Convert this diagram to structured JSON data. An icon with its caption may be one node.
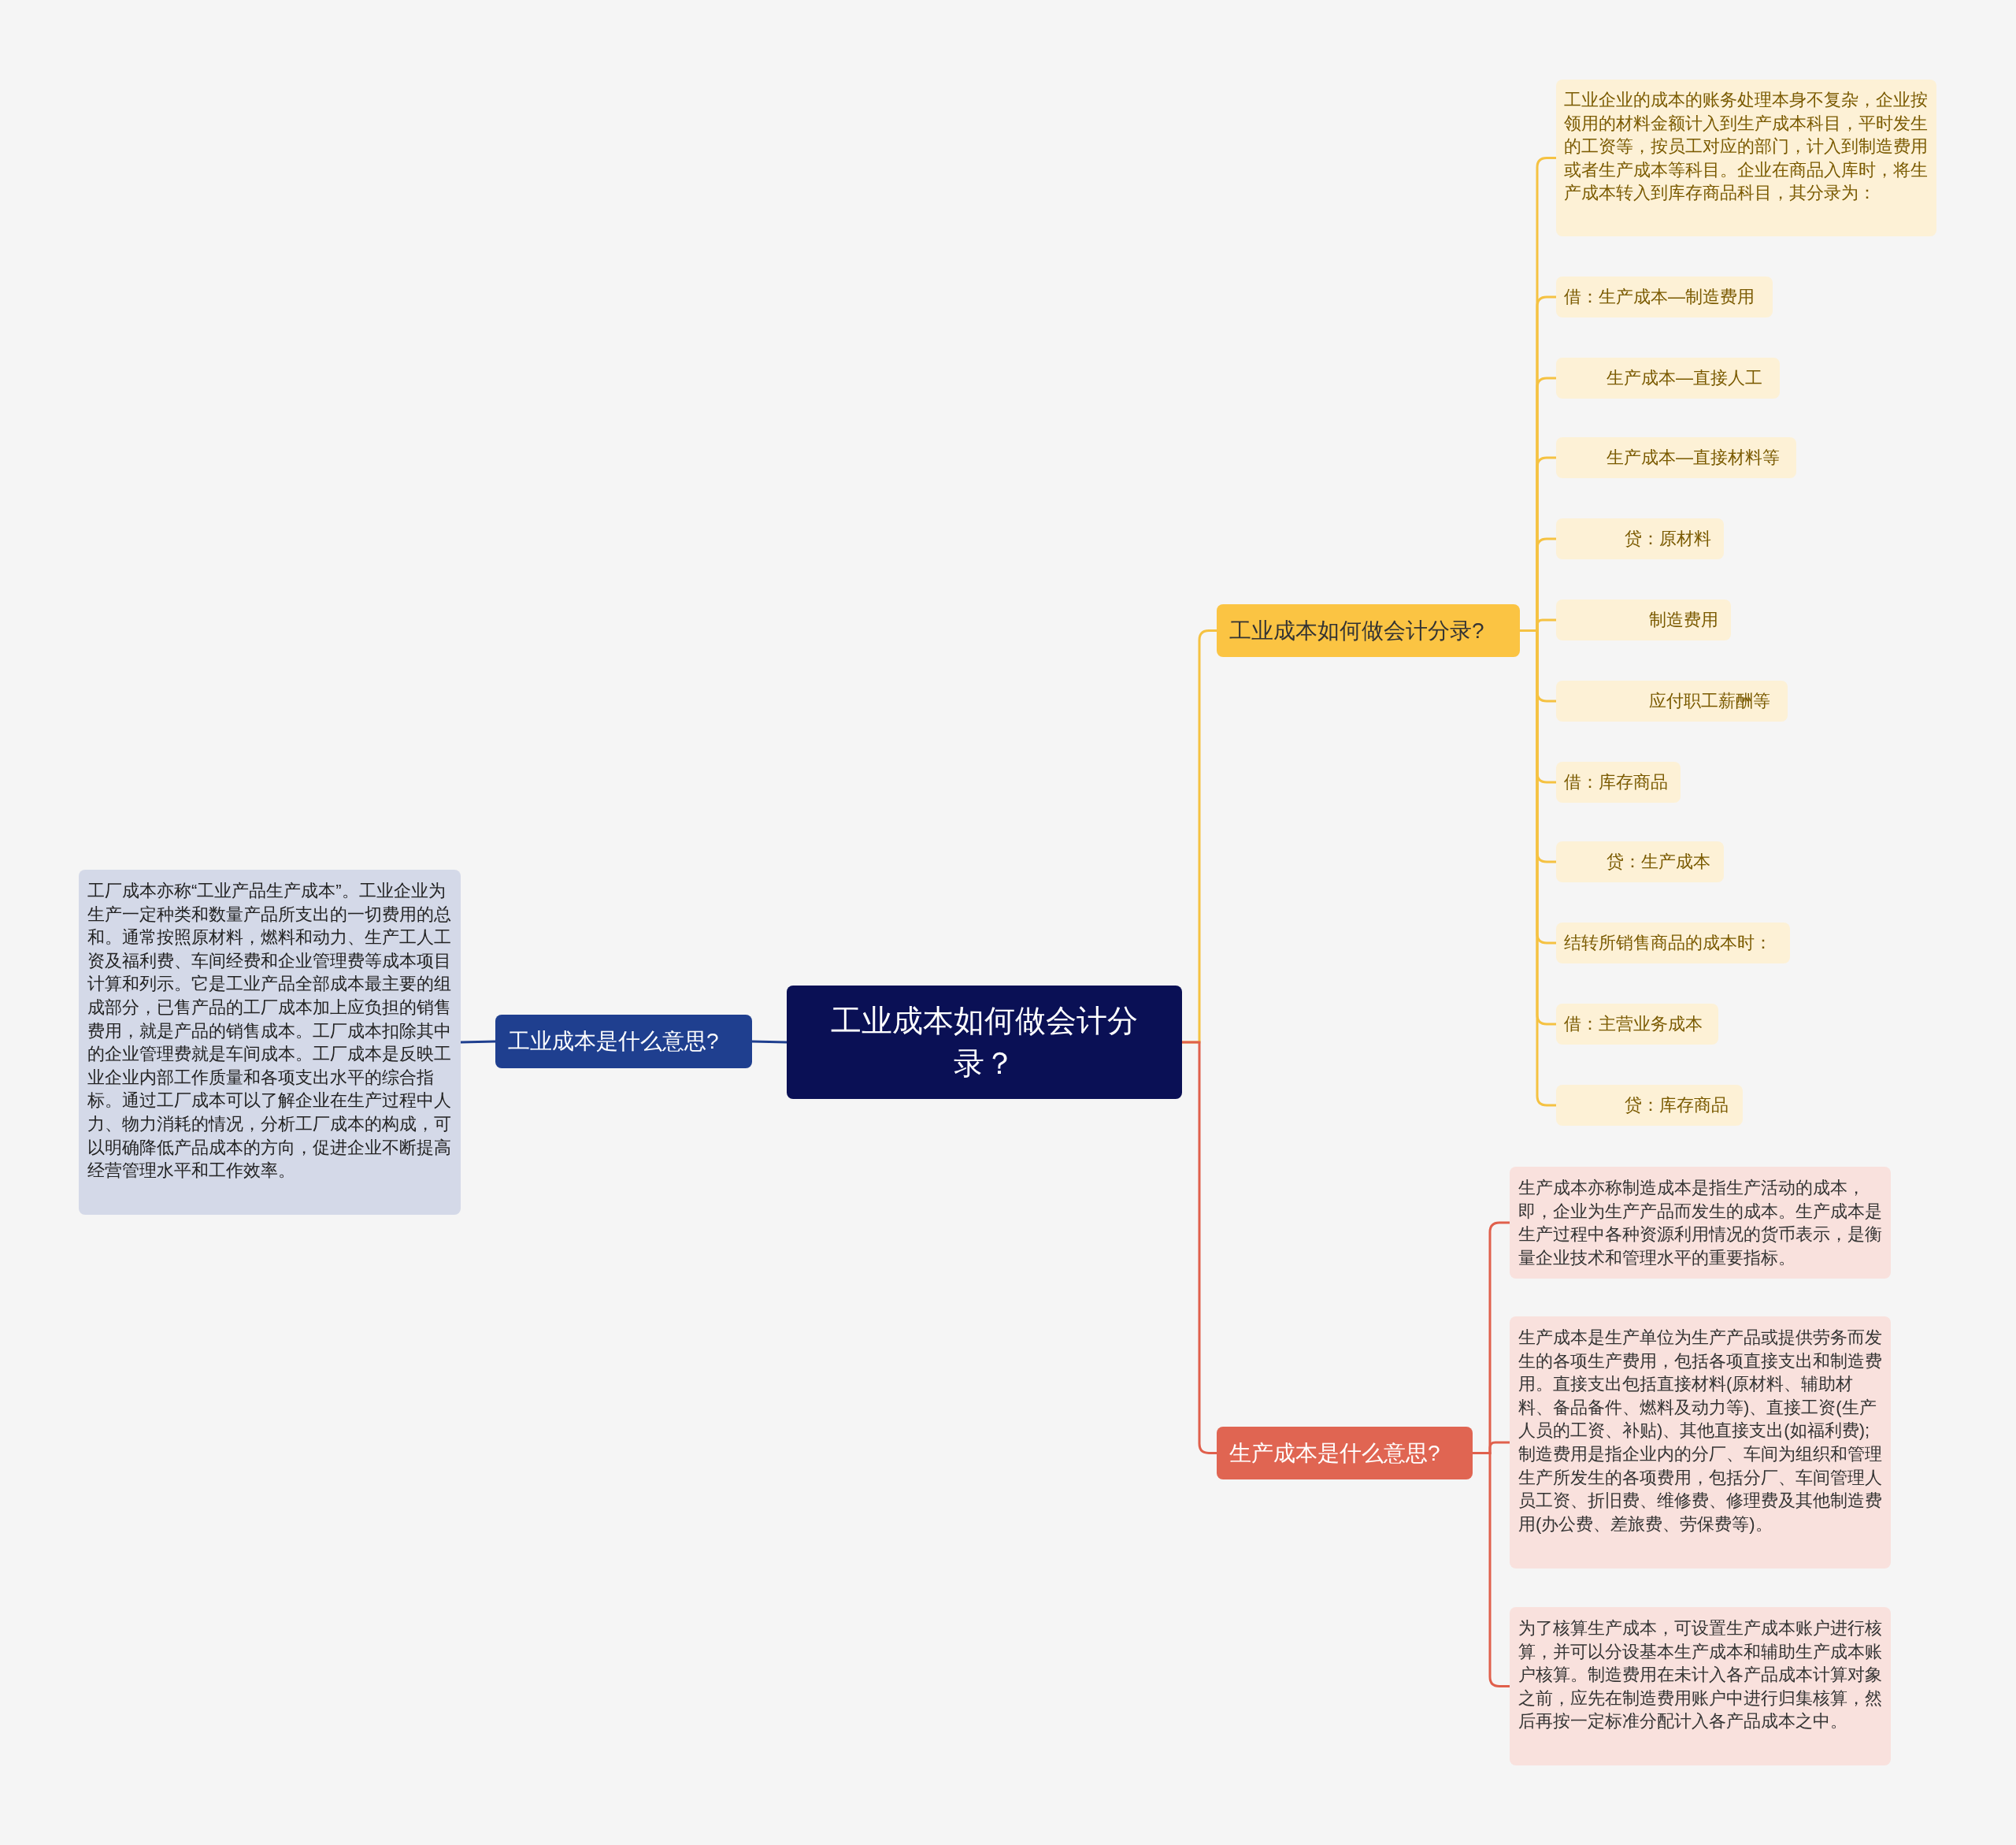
{
  "diagram": {
    "nodes": [
      {
        "text": [
          "工业成本如何做会计分录？"
        ]
      },
      {
        "text": [
          "工业成本是什么意思?"
        ]
      },
      {
        "text": [
          "工厂成本亦称“工业产品生产成本”。工业企业为生产一定种类和数量产品所支出的一切费用的总和。通常按照原材料，燃料和动力、生产工人工资及福利费、车间经费和企业管理费等成本项目计算和列示。它是工业产品全部成本最主要的组成部分，已售产品的工厂成本加上应负担的销售费用，就是产品的销售成本。工厂成本扣除其中的企业管理费就是车间成本。工厂成本是反映工业企业内部工作质量和各项支出水平的综合指标。通过工厂成本可以了解企业在生产过程中人力、物力消耗的情况，分析工厂成本的构成，可以明确降低产品成本的方向，促进企业不断提高经营管理水平和工作效率。"
        ]
      },
      {
        "text": [
          "工业成本如何做会计分录?"
        ]
      },
      {
        "text": [
          "工业企业的成本的账务处理本身不复杂，企业按领用的材料金额计入到生产成本科目，平时发生的工资等，按员工对应的部门，计入到制造费用或者生产成本等科目。企业在商品入库时，将生产成本转入到库存商品科目，其分录为："
        ]
      },
      {
        "text": [
          "借：生产成本—制造费用"
        ]
      },
      {
        "text": [
          "生产成本—直接人工"
        ]
      },
      {
        "text": [
          "生产成本—直接材料等"
        ]
      },
      {
        "text": [
          "贷：原材料"
        ]
      },
      {
        "text": [
          "制造费用"
        ]
      },
      {
        "text": [
          "应付职工薪酬等"
        ]
      },
      {
        "text": [
          "借：库存商品"
        ]
      },
      {
        "text": [
          "贷：生产成本"
        ]
      },
      {
        "text": [
          "结转所销售商品的成本时："
        ]
      },
      {
        "text": [
          "借：主营业务成本"
        ]
      },
      {
        "text": [
          "贷：库存商品"
        ]
      },
      {
        "text": [
          "生产成本是什么意思?"
        ]
      },
      {
        "text": [
          "生产成本亦称制造成本是指生产活动的成本，即，企业为生产产品而发生的成本。生产成本是生产过程中各种资源利用情况的货币表示，是衡量企业技术和管理水平的重要指标。"
        ]
      },
      {
        "text": [
          "生产成本是生产单位为生产产品或提供劳务而发生的各项生产费用，包括各项直接支出和制造费用。直接支出包括直接材料(原材料、辅助材料、备品备件、燃料及动力等)、直接工资(生产人员的工资、补贴)、其他直接支出(如福利费);制造费用是指企业内的分厂、车间为组织和管理生产所发生的各项费用，包括分厂、车间管理人员工资、折旧费、维修费、修理费及其他制造费用(办公费、差旅费、劳保费等)。"
        ]
      },
      {
        "text": [
          "为了核算生产成本，可设置生产成本账户进行核算，并可以分设基本生产成本和辅助生产成本账户核算。制造费用在未计入各产品成本计算对象之前，应先在制造费用账户中进行归集核算，然后再按一定标准分配计入各产品成本之中。"
        ]
      }
    ],
    "edges": [
      {
        "from": 0,
        "to": 1,
        "arrow": "none",
        "color": "#1f3f8f"
      },
      {
        "from": 1,
        "to": 2,
        "arrow": "none",
        "color": "#1f3f8f"
      },
      {
        "from": 0,
        "to": 3,
        "arrow": "none",
        "color": "#f5c242"
      },
      {
        "from": 3,
        "to": 4,
        "arrow": "none",
        "color": "#f5c242"
      },
      {
        "from": 3,
        "to": 5,
        "arrow": "none",
        "color": "#f5c242"
      },
      {
        "from": 3,
        "to": 6,
        "arrow": "none",
        "color": "#f5c242"
      },
      {
        "from": 3,
        "to": 7,
        "arrow": "none",
        "color": "#f5c242"
      },
      {
        "from": 3,
        "to": 8,
        "arrow": "none",
        "color": "#f5c242"
      },
      {
        "from": 3,
        "to": 9,
        "arrow": "none",
        "color": "#f5c242"
      },
      {
        "from": 3,
        "to": 10,
        "arrow": "none",
        "color": "#f5c242"
      },
      {
        "from": 3,
        "to": 11,
        "arrow": "none",
        "color": "#f5c242"
      },
      {
        "from": 3,
        "to": 12,
        "arrow": "none",
        "color": "#f5c242"
      },
      {
        "from": 3,
        "to": 13,
        "arrow": "none",
        "color": "#f5c242"
      },
      {
        "from": 3,
        "to": 14,
        "arrow": "none",
        "color": "#f5c242"
      },
      {
        "from": 3,
        "to": 15,
        "arrow": "none",
        "color": "#f5c242"
      },
      {
        "from": 0,
        "to": 16,
        "arrow": "none",
        "color": "#e0604c"
      },
      {
        "from": 16,
        "to": 17,
        "arrow": "none",
        "color": "#e0604c"
      },
      {
        "from": 16,
        "to": 18,
        "arrow": "none",
        "color": "#e0604c"
      },
      {
        "from": 16,
        "to": 19,
        "arrow": "none",
        "color": "#e0604c"
      }
    ]
  }
}
